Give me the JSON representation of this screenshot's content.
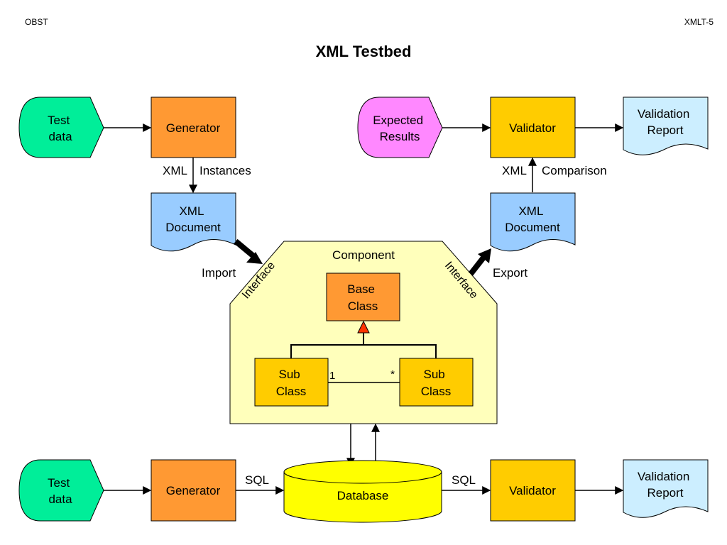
{
  "header": {
    "left": "OBST",
    "right": "XMLT-5",
    "title": "XML Testbed"
  },
  "colors": {
    "test_data": "#00ee99",
    "generator": "#ff9933",
    "validator": "#ffcc00",
    "expected": "#ff88ff",
    "report": "#cceeff",
    "xml_doc": "#99ccff",
    "component": "#ffffbb",
    "base_class": "#ff9933",
    "sub_class": "#ffcc00",
    "database": "#ffff00",
    "inherit_arrow": "#ff3300"
  },
  "top_left": {
    "test_data": [
      "Test",
      "data"
    ],
    "generator": "Generator",
    "edge_label_left": "XML",
    "edge_label_right": "Instances",
    "xml_document": [
      "XML",
      "Document"
    ],
    "import_label": "Import",
    "interface_label": "Interface"
  },
  "top_right": {
    "expected_results": [
      "Expected",
      "Results"
    ],
    "validator": "Validator",
    "validation_report": [
      "Validation",
      "Report"
    ],
    "edge_label_left": "XML",
    "edge_label_right": "Comparison",
    "xml_document": [
      "XML",
      "Document"
    ],
    "export_label": "Export",
    "interface_label": "Interface"
  },
  "component": {
    "title": "Component",
    "base_class": [
      "Base",
      "Class"
    ],
    "sub_class_left": [
      "Sub",
      "Class"
    ],
    "sub_class_right": [
      "Sub",
      "Class"
    ],
    "multiplicity_left": "1",
    "multiplicity_right": "*"
  },
  "bottom": {
    "test_data": [
      "Test",
      "data"
    ],
    "generator": "Generator",
    "sql_left": "SQL",
    "database": "Database",
    "sql_right": "SQL",
    "validator": "Validator",
    "validation_report": [
      "Validation",
      "Report"
    ]
  }
}
